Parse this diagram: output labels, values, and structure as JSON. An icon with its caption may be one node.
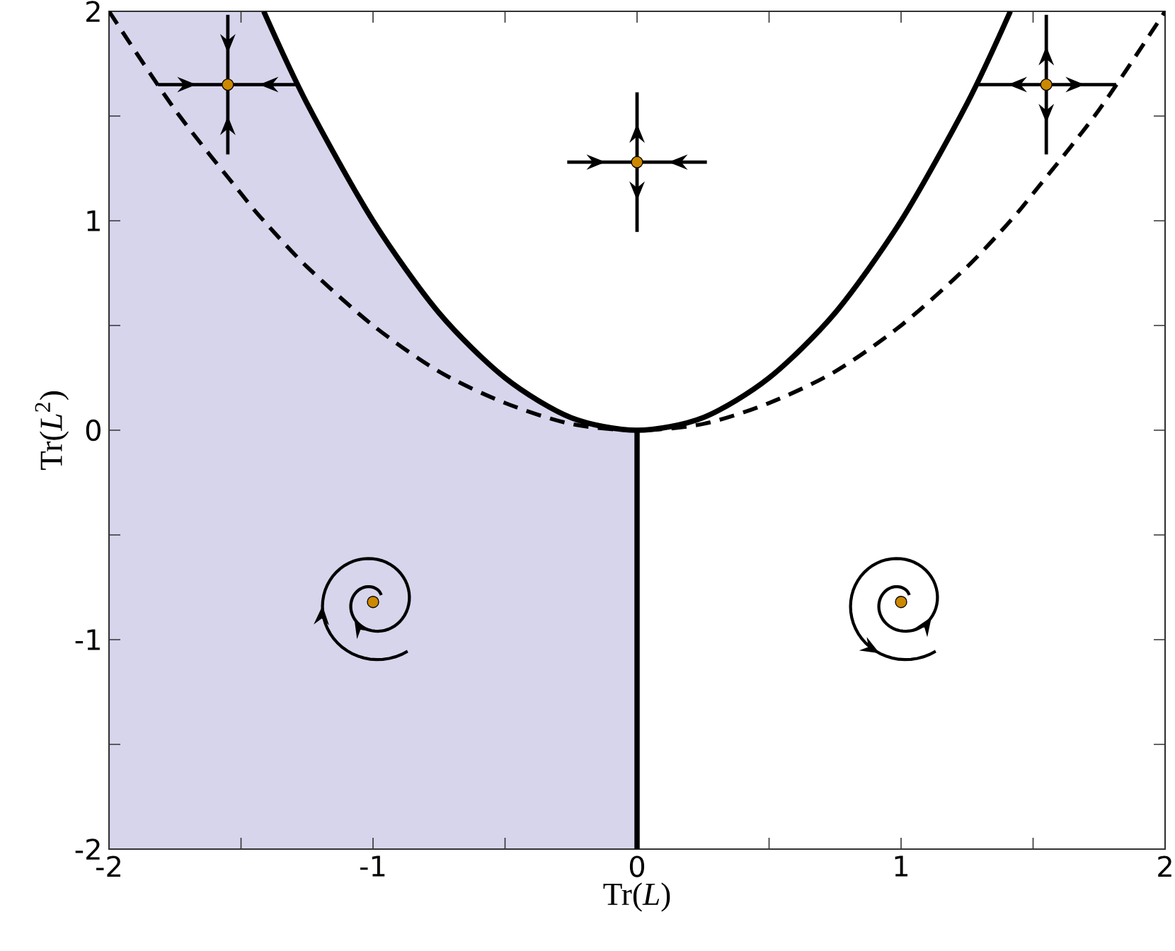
{
  "diagram": {
    "chart_data": {
      "type": "line",
      "xlabel": "Tr(*L*)",
      "ylabel": "Tr(*L*$^{2}$)",
      "x": [
        -2,
        -1.75,
        -1.5,
        -1.414,
        -1.25,
        -1,
        -0.75,
        -0.5,
        -0.25,
        0,
        0.25,
        0.5,
        0.75,
        1,
        1.25,
        1.414,
        1.5,
        1.75,
        2
      ],
      "series": [
        {
          "color": "#000000",
          "line_style": "solid",
          "values": [
            null,
            null,
            null,
            2,
            1.56,
            1,
            0.56,
            0.25,
            0.06,
            0,
            0.06,
            0.25,
            0.56,
            1,
            1.56,
            2,
            null,
            null,
            null
          ]
        },
        {
          "color": "#000000",
          "line_style": "dashed",
          "values": [
            2,
            1.53,
            1.13,
            1,
            0.78,
            0.5,
            0.28,
            0.13,
            0.03,
            0,
            0.03,
            0.13,
            0.28,
            0.5,
            0.78,
            1,
            1.13,
            1.53,
            2
          ]
        }
      ],
      "xlim": [
        -2,
        2
      ],
      "ylim": [
        -2,
        2
      ],
      "xticks": [
        -2,
        -1,
        0,
        1,
        2
      ],
      "yticks": [
        -2,
        -1,
        0,
        1,
        2
      ]
    }
  }
}
